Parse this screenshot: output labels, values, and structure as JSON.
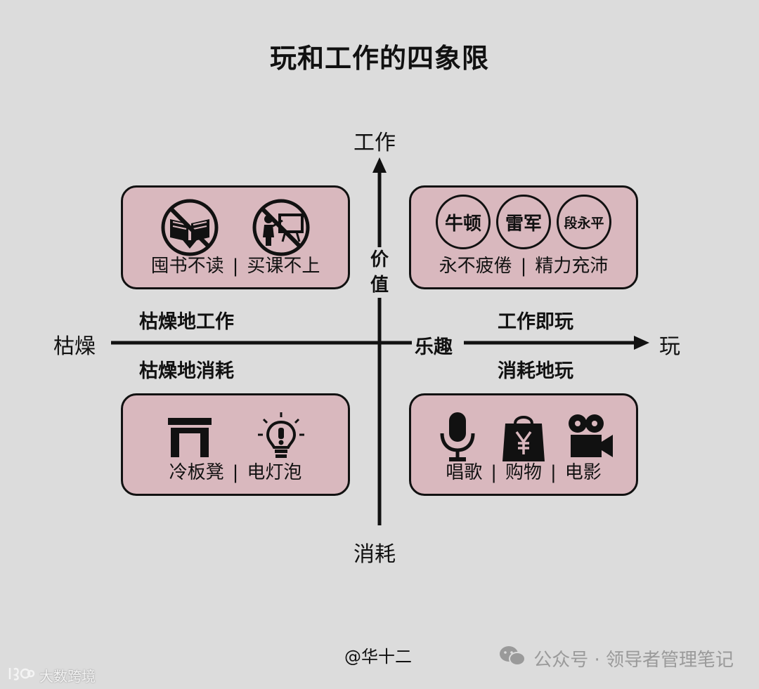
{
  "title": "玩和工作的四象限",
  "axes": {
    "top": "工作",
    "bottom": "消耗",
    "left": "枯燥",
    "right": "玩",
    "vertical_mid": "价值",
    "horizontal_mid": "乐趣"
  },
  "quadrants": {
    "top_left": {
      "label": "枯燥地工作",
      "icons": [
        "no-book-icon",
        "no-teaching-icon"
      ],
      "items": [
        "囤书不读",
        "买课不上"
      ]
    },
    "top_right": {
      "label": "工作即玩",
      "people": [
        "牛顿",
        "雷军",
        "段永平"
      ],
      "items": [
        "永不疲倦",
        "精力充沛"
      ]
    },
    "bottom_left": {
      "label": "枯燥地消耗",
      "icons": [
        "bench-icon",
        "lightbulb-icon"
      ],
      "items": [
        "冷板凳",
        "电灯泡"
      ]
    },
    "bottom_right": {
      "label": "消耗地玩",
      "icons": [
        "microphone-icon",
        "shopping-bag-icon",
        "movie-camera-icon"
      ],
      "items": [
        "唱歌",
        "购物",
        "电影"
      ]
    }
  },
  "separator": "|",
  "footer": {
    "author": "@华十二",
    "account": "公众号 · 领导者管理笔记",
    "watermark": "大数跨境"
  }
}
